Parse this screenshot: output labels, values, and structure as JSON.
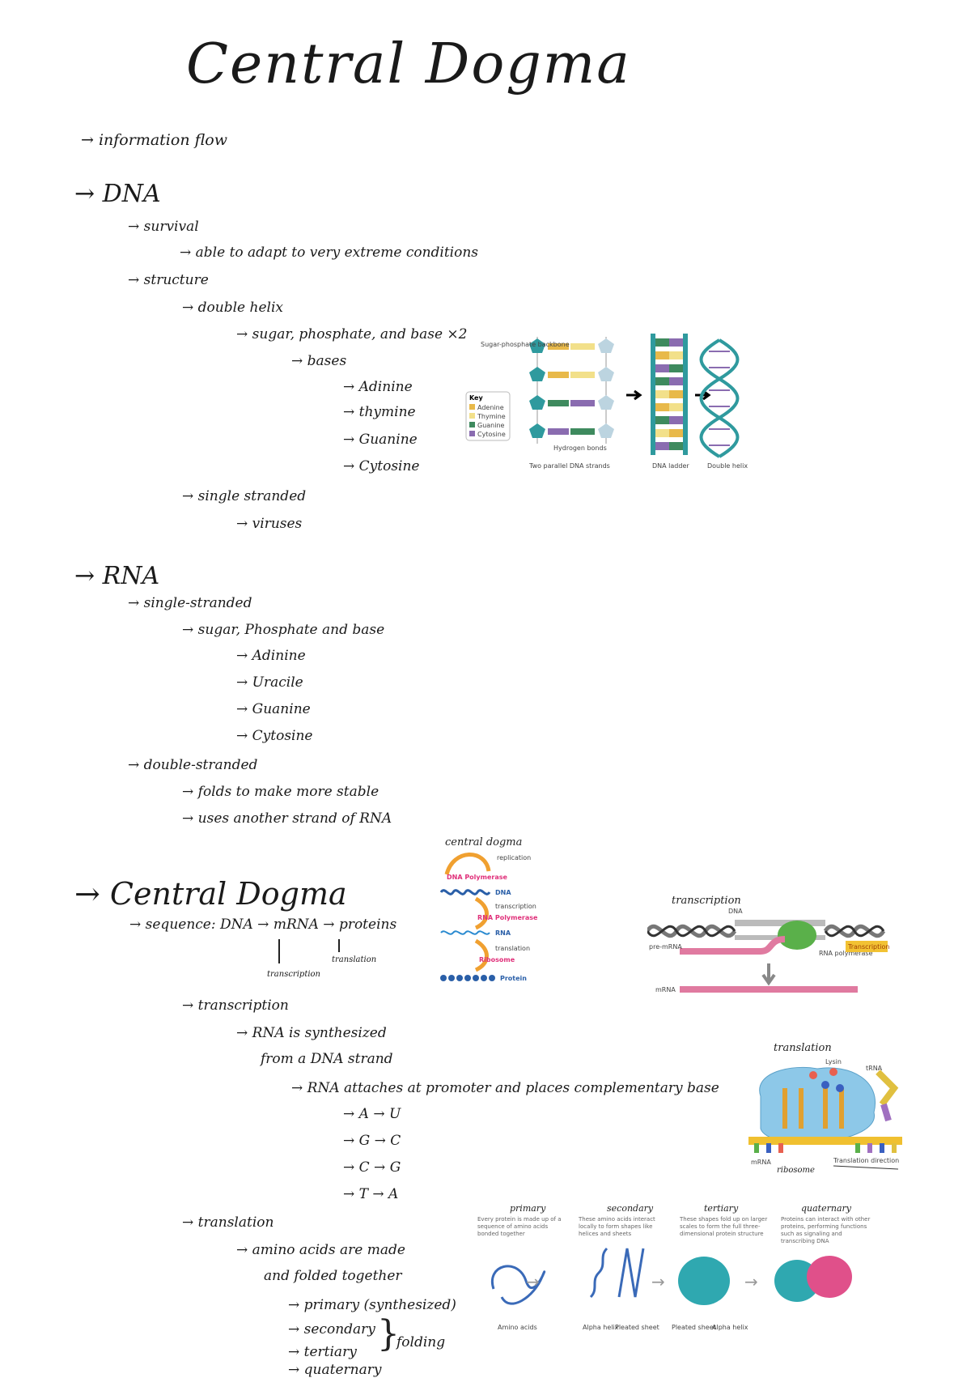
{
  "title": "Central Dogma",
  "notes": {
    "info_flow": "→ information flow",
    "dna": "→ DNA",
    "survival": "→ survival",
    "adapt": "→ able to adapt to very extreme conditions",
    "structure": "→ structure",
    "double_helix": "→ double helix",
    "sugar": "→ sugar, phosphate, and base ×2",
    "bases": "→ bases",
    "adinine": "→ Adinine",
    "thymine": "→ thymine",
    "guanine": "→ Guanine",
    "cytosine": "→ Cytosine",
    "single_stranded": "→ single stranded",
    "viruses": "→ viruses",
    "rna": "→ RNA",
    "rna_single": "→ single-stranded",
    "rna_sugar": "→ sugar, Phosphate and base",
    "rna_adinine": "→ Adinine",
    "rna_uracil": "→ Uracile",
    "rna_guanine": "→ Guanine",
    "rna_cytosine": "→ Cytosine",
    "rna_double": "→ double-stranded",
    "folds": "→ folds to make more stable",
    "uses": "→ uses another strand of RNA",
    "cd": "→ Central Dogma",
    "sequence": "→ sequence: DNA → mRNA → proteins",
    "transcription_small": "transcription",
    "translation_small": "translation",
    "transcription": "→ transcription",
    "rna_synth_1": "→ RNA is synthesized",
    "rna_synth_2": "from a DNA strand",
    "rna_attaches": "→ RNA attaches at promoter and places complementary base",
    "pair_a": "→ A → U",
    "pair_g": "→ G → C",
    "pair_c": "→ C → G",
    "pair_t": "→ T → A",
    "translation": "→ translation",
    "amino_1": "→ amino acids are made",
    "amino_2": "and folded together",
    "primary": "→ primary (synthesized)",
    "secondary": "→ secondary",
    "tertiary": "→ tertiary",
    "quaternary": "→ quaternary",
    "folding": "folding"
  },
  "fig_dna": {
    "key_title": "Key",
    "key": [
      "Adenine",
      "Thymine",
      "Guanine",
      "Cytosine"
    ],
    "colors": {
      "adenine": "#e8b94a",
      "thymine": "#f2e08a",
      "guanine": "#3e8a5e",
      "cytosine": "#8a6cb0",
      "backbone": "#2f9a9e",
      "phosphate": "#bcd4e0"
    },
    "left_caption": "Sugar-phosphate backbone",
    "bond_caption": "Hydrogen bonds",
    "cap1": "Two parallel DNA strands",
    "cap2": "DNA ladder",
    "cap3": "Double helix"
  },
  "fig_cd": {
    "heading": "central dogma",
    "replication": "replication",
    "dna_poly": "DNA Polymerase",
    "dna": "DNA",
    "transcription": "transcription",
    "rna_poly": "RNA Polymerase",
    "rna": "RNA",
    "translation": "translation",
    "ribosome": "Ribosome",
    "protein": "Protein"
  },
  "fig_tx": {
    "heading": "transcription",
    "dna": "DNA",
    "pre_mrna": "pre-mRNA",
    "rna_poly": "RNA polymerase",
    "tag": "Transcription",
    "mrna": "mRNA"
  },
  "fig_tl": {
    "heading": "translation",
    "lysin": "Lysin",
    "trna": "tRNA",
    "mrna": "mRNA",
    "ribosome": "ribosome",
    "direction": "Translation direction"
  },
  "fig_fold": {
    "labels": [
      "primary",
      "secondary",
      "tertiary",
      "quaternary"
    ],
    "desc1": "Every protein is made up of a sequence of amino acids bonded together",
    "desc2": "These amino acids interact locally to form shapes like helices and sheets",
    "desc3": "These shapes fold up on larger scales to form the full three-dimensional protein structure",
    "desc4": "Proteins can interact with other proteins, performing functions such as signaling and transcribing DNA",
    "amino": "Amino acids",
    "alpha": "Alpha helix",
    "pleated": "Pleated sheet",
    "pleated2": "Pleated sheet",
    "alpha2": "Alpha helix"
  }
}
